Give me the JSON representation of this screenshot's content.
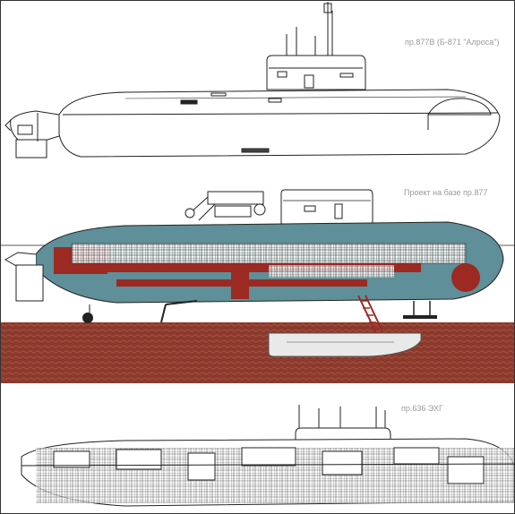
{
  "drawings": [
    {
      "id": "profile-877v",
      "caption": "пр.877В (Б-871 \"Алроса\")"
    },
    {
      "id": "project-877-base",
      "caption": "Проект на базе пр.877"
    },
    {
      "id": "profile-636-ekhg",
      "caption": "пр.636 ЭХГ"
    }
  ],
  "colors": {
    "hull_red": "#9c2a22",
    "hull_teal": "#5f8f98",
    "seabed": "#8a3a2c",
    "line": "#222222"
  }
}
